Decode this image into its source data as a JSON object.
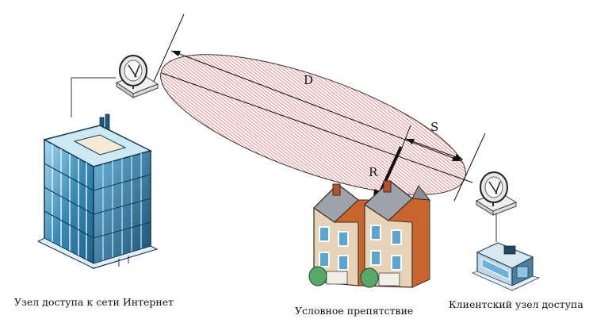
{
  "labels": {
    "d": "D",
    "s": "S",
    "r": "R"
  },
  "captions": {
    "internet_node": "Узел доступа к сети Интернет",
    "obstacle": "Условное препятствие",
    "client_node": "Клиентский узел доступа"
  },
  "colors": {
    "fresnel_hatch": "#e86a6a",
    "glass": "#2f7fa8",
    "glass_light": "#8ec9e4",
    "brick": "#c8642e",
    "roof": "#6b6f78",
    "line": "#111111"
  }
}
